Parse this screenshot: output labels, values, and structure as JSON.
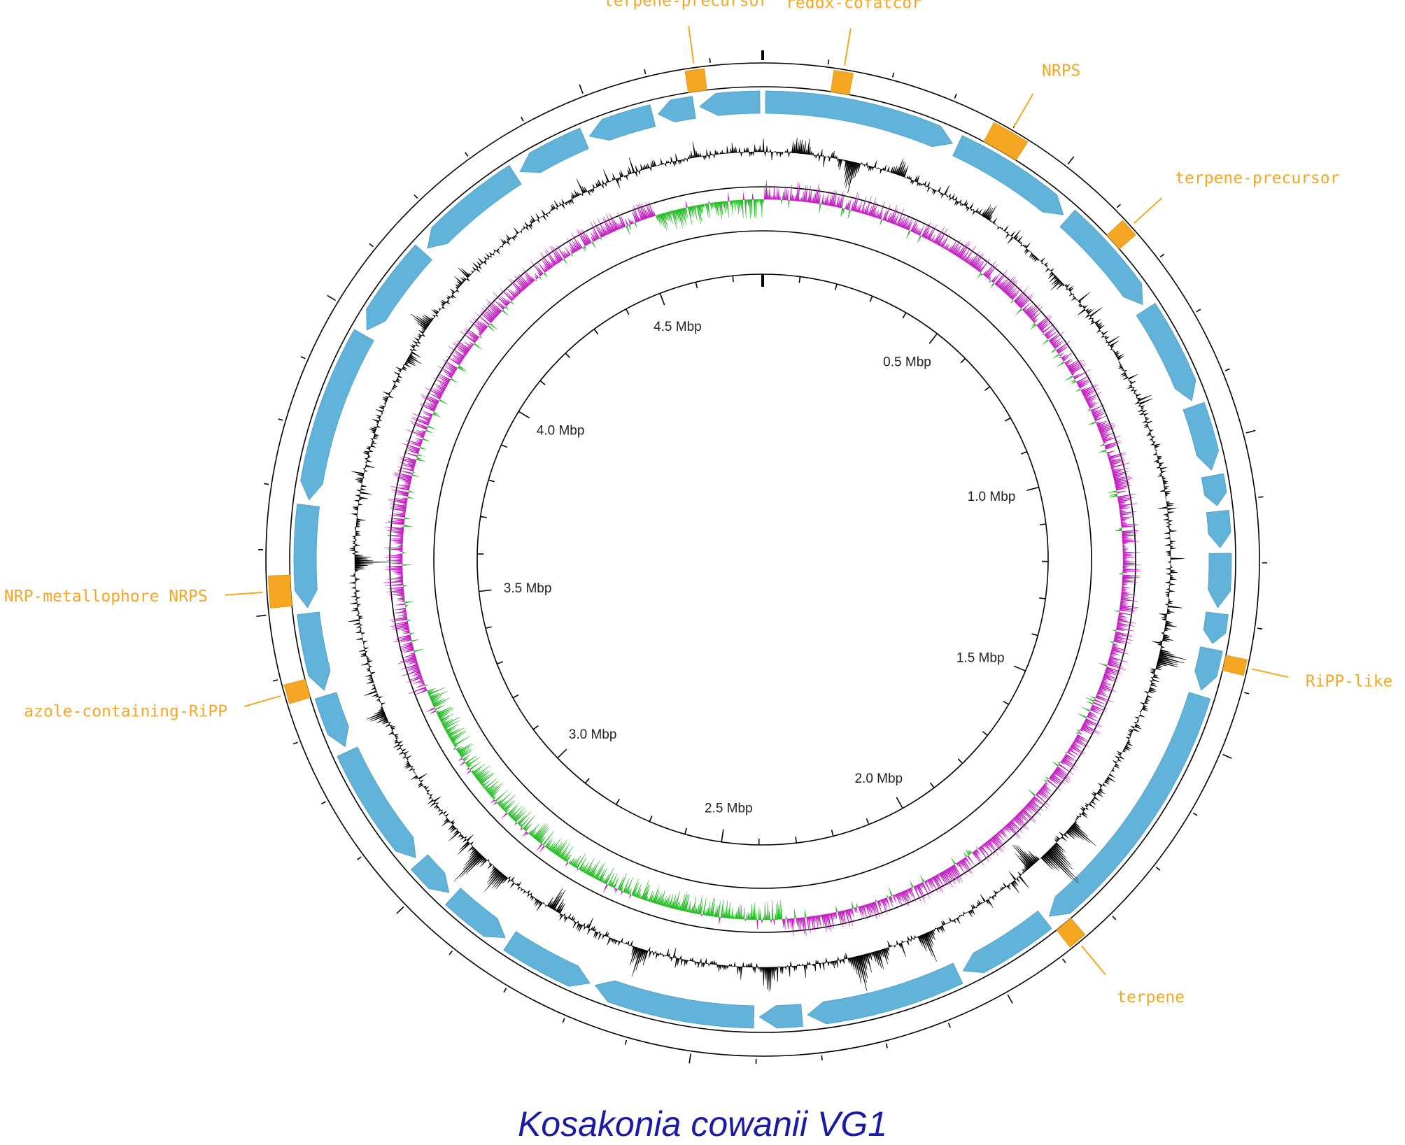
{
  "title": "Kosakonia cowanii VG1",
  "colors": {
    "bgc": "#f5a623",
    "gene_arrow": "#62b3da",
    "gene_arrow_edge": "#4a9cc4",
    "gc_content": "#000000",
    "gc_skew_positive": "#22bb22",
    "gc_skew_negative": "#c01cc0",
    "ring_line": "#000000",
    "title": "#1a1aa6"
  },
  "genome": {
    "length_mbp": 4.78
  },
  "scale_ticks": [
    {
      "position_mbp": 0.5,
      "label": "0.5 Mbp"
    },
    {
      "position_mbp": 1.0,
      "label": "1.0 Mbp"
    },
    {
      "position_mbp": 1.5,
      "label": "1.5 Mbp"
    },
    {
      "position_mbp": 2.0,
      "label": "2.0 Mbp"
    },
    {
      "position_mbp": 2.5,
      "label": "2.5 Mbp"
    },
    {
      "position_mbp": 3.0,
      "label": "3.0 Mbp"
    },
    {
      "position_mbp": 3.5,
      "label": "3.5 Mbp"
    },
    {
      "position_mbp": 4.0,
      "label": "4.0 Mbp"
    },
    {
      "position_mbp": 4.5,
      "label": "4.5 Mbp"
    }
  ],
  "bgc_regions": [
    {
      "label": "redox-cofatcor",
      "start_mbp": 0.11,
      "end_mbp": 0.14
    },
    {
      "label": "NRPS",
      "start_mbp": 0.37,
      "end_mbp": 0.43
    },
    {
      "label": "terpene-precursor",
      "start_mbp": 0.62,
      "end_mbp": 0.65
    },
    {
      "label": "RiPP-like",
      "start_mbp": 1.35,
      "end_mbp": 1.375
    },
    {
      "label": "terpene",
      "start_mbp": 1.85,
      "end_mbp": 1.88
    },
    {
      "label": "azole-containing-RiPP",
      "start_mbp": 3.36,
      "end_mbp": 3.39
    },
    {
      "label": "NRP-metallophore NRPS",
      "start_mbp": 3.51,
      "end_mbp": 3.56
    },
    {
      "label": "terpene-precursor",
      "start_mbp": 4.66,
      "end_mbp": 4.69
    }
  ]
}
